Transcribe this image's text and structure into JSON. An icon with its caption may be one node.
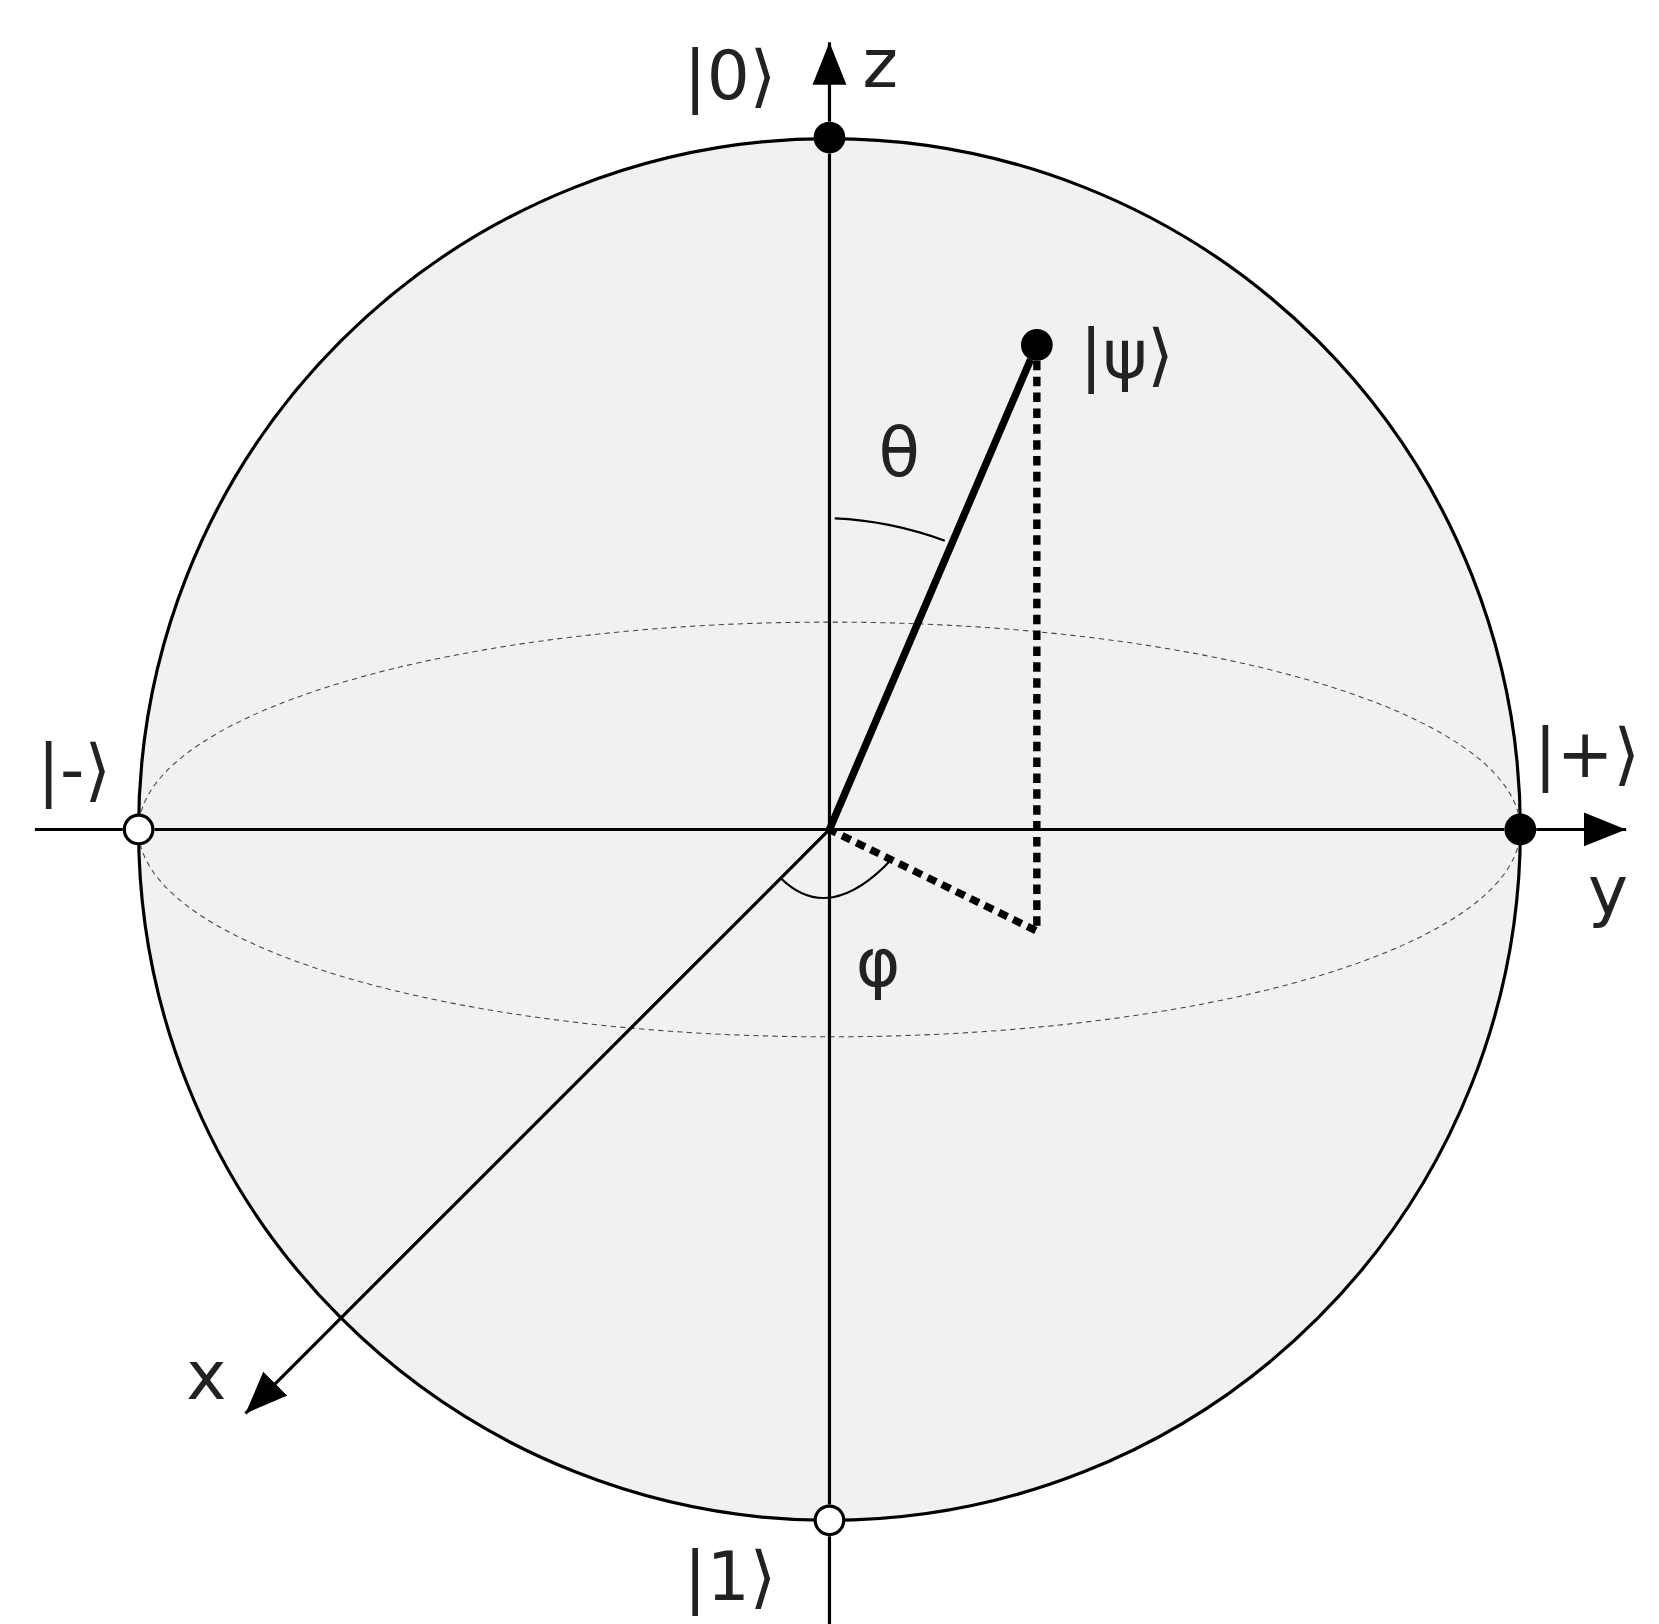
{
  "diagram": {
    "nodes": [
      {
        "text": [],
        "shape": "circle",
        "beside": [
          "|0⟩"
        ]
      },
      {
        "text": [],
        "shape": "circle",
        "beside": [
          "|ψ⟩"
        ]
      },
      {
        "text": [],
        "shape": "circle",
        "beside": [
          "|-⟩"
        ]
      },
      {
        "text": [],
        "shape": "circle",
        "beside": [
          "|+⟩"
        ]
      },
      {
        "text": [],
        "shape": "circle",
        "beside": [
          "|1⟩"
        ]
      }
    ],
    "edges": [
      {
        "from": null,
        "to": 1,
        "arrow": "none",
        "style": "thick"
      },
      {
        "from": 1,
        "to": null,
        "arrow": "none",
        "style": "dashed"
      },
      {
        "from": null,
        "to": 2,
        "arrow": "none"
      },
      {
        "from": 2,
        "to": 3,
        "arrow": "none"
      },
      {
        "from": 3,
        "to": null,
        "arrow": "to"
      },
      {
        "from": 0,
        "to": null,
        "arrow": "to"
      },
      {
        "from": 0,
        "to": 4,
        "arrow": "none"
      },
      {
        "from": 4,
        "to": null,
        "arrow": "none"
      }
    ],
    "labels": [
      "z",
      "θ",
      "y",
      "φ",
      "x"
    ]
  }
}
